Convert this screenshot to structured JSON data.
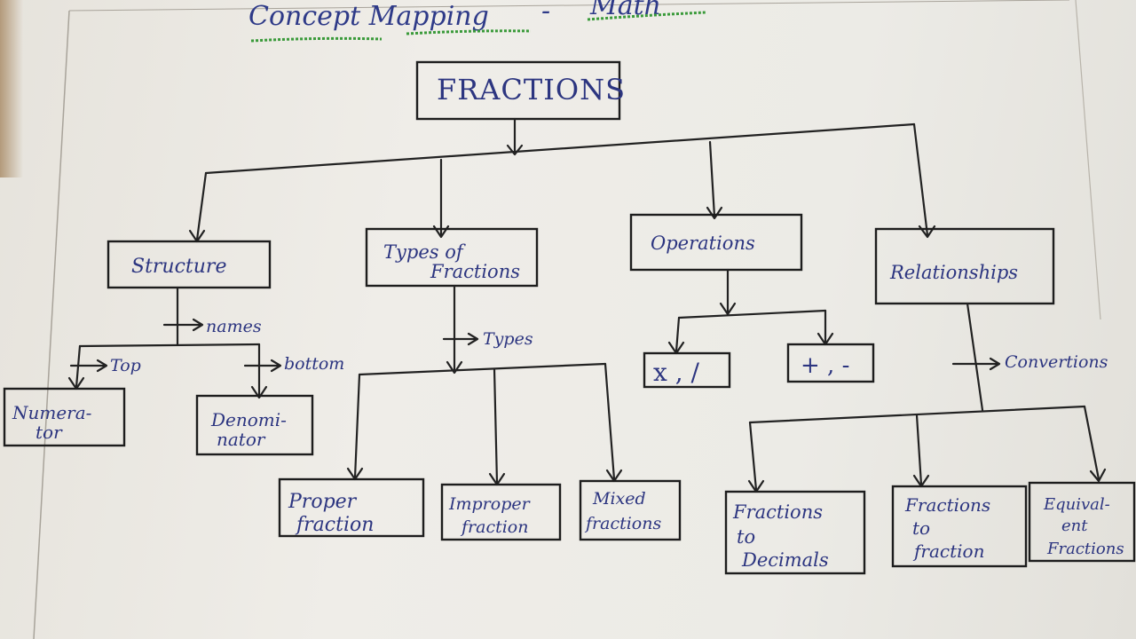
{
  "title_parts": [
    "Concept Mapping",
    "-",
    "Math"
  ],
  "root": "FRACTIONS",
  "categories": {
    "structure": "Structure",
    "types": [
      "Types of",
      "Fractions"
    ],
    "operations": "Operations",
    "relationships": "Relationships"
  },
  "leaves": {
    "numerator": [
      "Numera-",
      "tor"
    ],
    "denominator": [
      "Denomi-",
      "nator"
    ],
    "proper": [
      "Proper",
      "fraction"
    ],
    "improper": [
      "Improper",
      "fraction"
    ],
    "mixed": [
      "Mixed",
      "fractions"
    ],
    "mul_div": "x , /",
    "add_sub": "+ , -",
    "to_decimals": [
      "Fractions",
      "to",
      "Decimals"
    ],
    "to_fraction": [
      "Fractions",
      "to",
      "fraction"
    ],
    "equivalent": [
      "Equival-",
      "ent",
      "Fractions"
    ]
  },
  "edge_labels": {
    "names": "names",
    "top": "Top",
    "bottom": "bottom",
    "types": "Types",
    "conversions": "Convertions"
  }
}
